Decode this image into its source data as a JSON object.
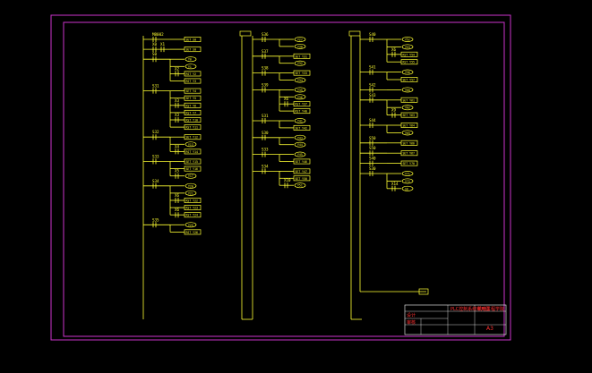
{
  "colors": {
    "background": "#000000",
    "frame": "#cc33cc",
    "ladder": "#ffff33",
    "element": "#ffff33",
    "title_block_text": "#ff3030"
  },
  "columns": [
    {
      "id": "col1",
      "steps": [
        {
          "label": "M8002",
          "outputs": [
            "SET S0"
          ]
        },
        {
          "label": "X0",
          "label2": "X1",
          "outputs": [
            "SET S0"
          ]
        },
        {
          "label": "S0",
          "outputs": [
            "Y0",
            "Y1",
            "RST Y2",
            "RST Y3"
          ]
        },
        {
          "label": "S31",
          "outputs": [
            "SET Y4",
            "SET Y5",
            "RST Y6",
            "RST Y7",
            "RST Y10",
            "RST Y11"
          ]
        },
        {
          "label": "S32",
          "outputs": [
            "SET Y12",
            "Y13",
            "RST Y14"
          ]
        },
        {
          "label": "S33",
          "outputs": [
            "SET Y15",
            "SET Y16",
            "Y17"
          ]
        },
        {
          "label": "S34",
          "outputs": [
            "Y20",
            "Y21",
            "RST Y22",
            "RST Y23",
            "RST Y24"
          ]
        },
        {
          "label": "S35",
          "outputs": [
            "Y25",
            "RST Y26"
          ]
        }
      ]
    },
    {
      "id": "col2",
      "steps": [
        {
          "label": "S36",
          "outputs": [
            "Y27",
            "Y30"
          ]
        },
        {
          "label": "S37",
          "outputs": [
            "SET Y31",
            "Y32"
          ]
        },
        {
          "label": "S38",
          "outputs": [
            "SET Y33",
            "Y34"
          ]
        },
        {
          "label": "S39",
          "outputs": [
            "Y35",
            "Y36",
            "RST Y37",
            "RST Y40"
          ]
        },
        {
          "label": "S31",
          "outputs": [
            "Y41",
            "SET Y42"
          ]
        },
        {
          "label": "S30",
          "outputs": [
            "Y43",
            "Y44"
          ]
        },
        {
          "label": "S33",
          "outputs": [
            "Y45",
            "SET Y46"
          ]
        },
        {
          "label": "S34",
          "outputs": [
            "SET Y47",
            "SET Y50",
            "Y51"
          ]
        }
      ]
    },
    {
      "id": "col3",
      "steps": [
        {
          "label": "S40",
          "outputs": [
            "Y52",
            "Y53",
            "RST Y54",
            "RST Y55"
          ]
        },
        {
          "label": "S41",
          "outputs": [
            "Y56",
            "SET Y57"
          ]
        },
        {
          "label": "S42",
          "outputs": [
            "Y60"
          ]
        },
        {
          "label": "S43",
          "outputs": [
            "SET Y61",
            "Y62",
            "SET Y63"
          ]
        },
        {
          "label": "S44",
          "outputs": [
            "SET Y64",
            "Y65"
          ]
        },
        {
          "label": "S50",
          "outputs": [
            "SET Y66"
          ]
        },
        {
          "label": "S50",
          "outputs": [
            "SET Y67"
          ]
        },
        {
          "label": "S40",
          "outputs": [
            "SET Y70"
          ]
        },
        {
          "label": "S30",
          "outputs": [
            "Y71",
            "Y72",
            "S0"
          ]
        }
      ]
    }
  ],
  "title_block": {
    "drawing_title": "PLC控制系统梯形图",
    "school": "机电工程学院",
    "sheet_size": "A3",
    "drawn_by": "设计",
    "checked_by": "审核"
  }
}
